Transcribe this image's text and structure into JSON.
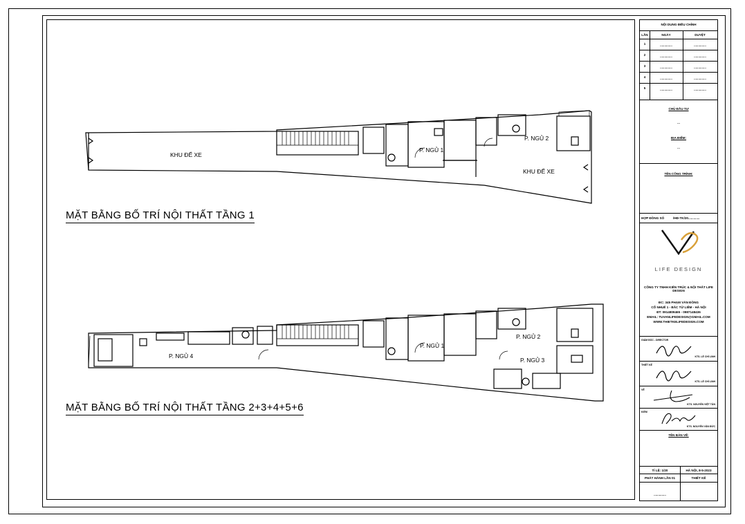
{
  "floors": [
    {
      "title": "MẶT BẰNG BỐ TRÍ NỘI THẤT TẦNG 1",
      "rooms": [
        "KHU ĐỂ XE",
        "P. NGỦ 1",
        "P. NGỦ 2",
        "KHU ĐỂ XE"
      ]
    },
    {
      "title": "MẶT BẰNG BỐ TRÍ NỘI THẤT TẦNG 2+3+4+5+6",
      "rooms": [
        "P. NGỦ 4",
        "P. NGỦ 1",
        "P. NGỦ 2",
        "P. NGỦ 3"
      ]
    }
  ],
  "title_block": {
    "revision_header": "NỘI DUNG ĐIỀU CHỈNH",
    "col_lan": "LẦN",
    "col_ngay": "NGÀY",
    "col_duyet": "DUYỆT",
    "revisions": [
      {
        "no": "1",
        "date": "..............",
        "approved": ".............."
      },
      {
        "no": "2",
        "date": "..............",
        "approved": ".............."
      },
      {
        "no": "3",
        "date": "..............",
        "approved": ".............."
      },
      {
        "no": "4",
        "date": "..............",
        "approved": ".............."
      },
      {
        "no": "5",
        "date": "..............",
        "approved": ".............."
      }
    ],
    "owner_label": "CHỦ ĐẦU TƯ",
    "owner_value": "...",
    "location_label": "ĐỊA ĐIỂM:",
    "location_value": "...",
    "project_label": "TÊN CÔNG TRÌNH:",
    "contract_label": "HỢP ĐỒNG SỐ",
    "contract_value": "/HĐ-TK/20.............",
    "logo_text": "LIFE DESIGN",
    "company_name": "CÔNG TY TNHH KIẾN TRÚC & NỘI THẤT LIFE DESIGN",
    "company_address_1": "ĐC: 345 PHẠM VĂN ĐỒNG",
    "company_address_2": "CỔ NHUẾ 1 - BẮC TỪ LIÊM - HÀ NỘI",
    "company_tel": "ĐT: 0914809465 - 0987148436",
    "company_email": "EMAIL: TUVANLIFEDESIGN@GMAIL.COM",
    "company_web": "WWW.THIETKELIFEDESIGN.COM",
    "sig1_role": "GIÁM ĐỐC - DIRECTOR",
    "sig1_name": "KTS. LÊ CHÍ LINH",
    "sig2_role": "THIẾT KẾ",
    "sig2_name": "KTS. LÊ CHÍ LINH",
    "sig3_role": "VẼ",
    "sig3_name": "KTS. NGUYỄN VIỆT TÂN",
    "sig4_role": "KIỂM",
    "sig4_name": "KTS. NGUYỄN VĂN ĐỨC",
    "drawing_name_label": "TÊN BẢN VẼ:",
    "scale": "TỈ LỆ: 1/20",
    "place_date": "HÀ NỘI, 8-5-2023",
    "issue": "PHÁT HÀNH LẦN 01",
    "design": "THIẾT KẾ",
    "sheet_no": ".............."
  }
}
